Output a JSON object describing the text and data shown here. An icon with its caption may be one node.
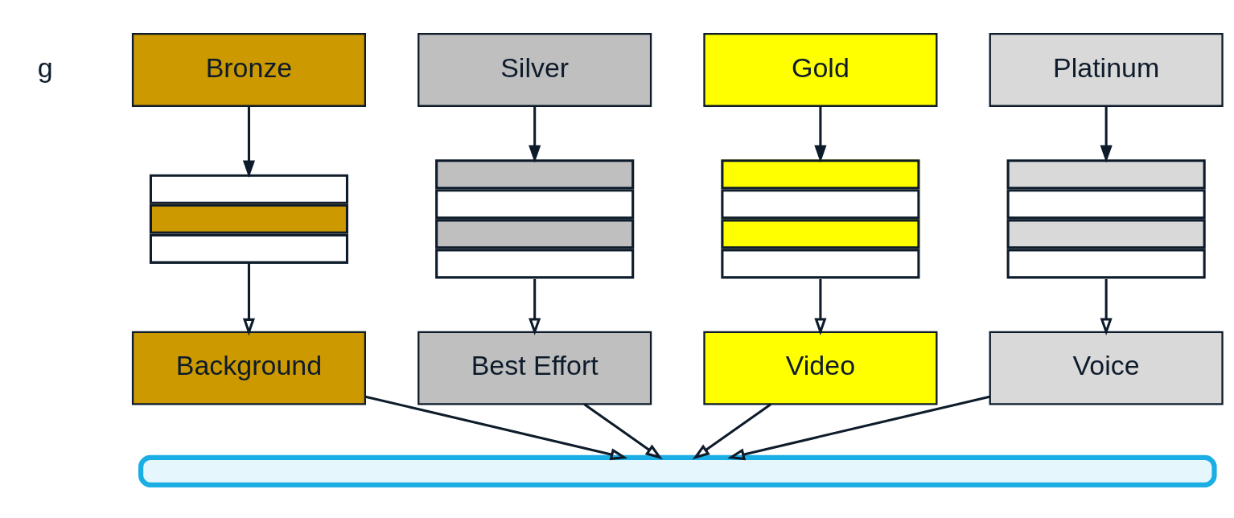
{
  "diagram": {
    "nodes": [
      {
        "text": [
          "Bronze"
        ]
      },
      {
        "text": [
          "Silver"
        ]
      },
      {
        "text": [
          "Gold"
        ]
      },
      {
        "text": [
          "Platinum"
        ]
      },
      {
        "text": [],
        "shape": "box"
      },
      {
        "text": [],
        "shape": "box"
      },
      {
        "text": [],
        "shape": "box"
      },
      {
        "text": [],
        "shape": "box"
      },
      {
        "text": [
          "Background"
        ]
      },
      {
        "text": [
          "Best Effort"
        ]
      },
      {
        "text": [
          "Video"
        ]
      },
      {
        "text": [
          "Voice"
        ]
      },
      {
        "text": [],
        "shape": "wave"
      }
    ],
    "edges": [
      {
        "from": 0,
        "to": 4,
        "arrow": "to"
      },
      {
        "from": 1,
        "to": 5,
        "arrow": "to"
      },
      {
        "from": 2,
        "to": 6,
        "arrow": "to"
      },
      {
        "from": 3,
        "to": 7,
        "arrow": "to"
      },
      {
        "from": 4,
        "to": 8,
        "arrow": "to"
      },
      {
        "from": 5,
        "to": 9,
        "arrow": "to"
      },
      {
        "from": 6,
        "to": 10,
        "arrow": "to"
      },
      {
        "from": 7,
        "to": 11,
        "arrow": "to"
      },
      {
        "from": 8,
        "to": 12,
        "arrow": "to"
      },
      {
        "from": 9,
        "to": 12,
        "arrow": "to"
      },
      {
        "from": 10,
        "to": 12,
        "arrow": "to"
      },
      {
        "from": 11,
        "to": 12,
        "arrow": "to"
      }
    ],
    "labels": [
      "g"
    ]
  }
}
